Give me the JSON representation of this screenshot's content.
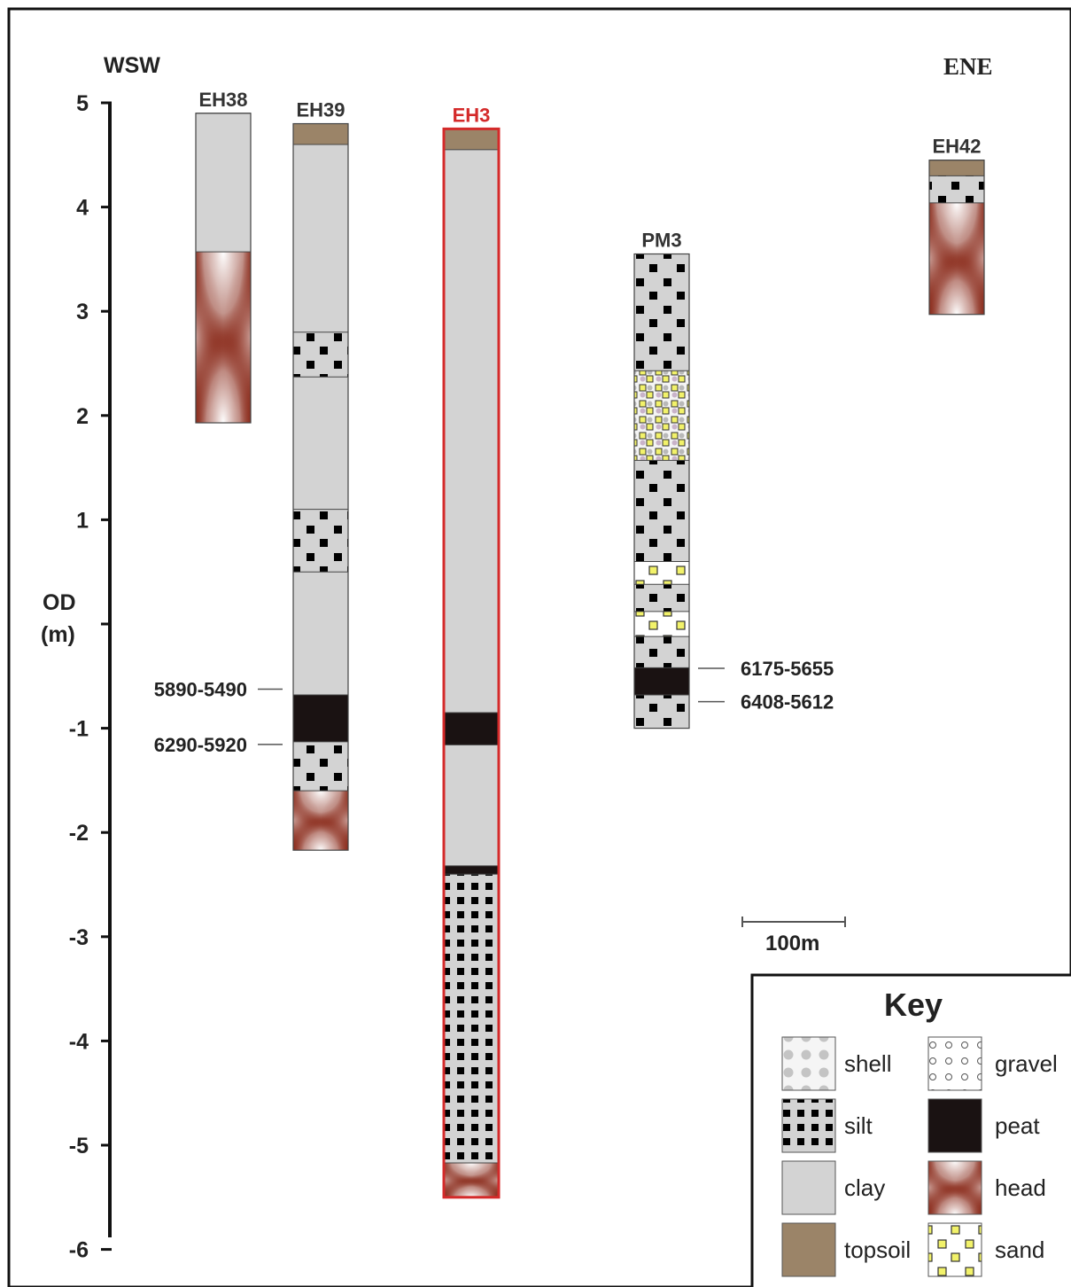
{
  "direction": {
    "west": "WSW",
    "east": "ENE"
  },
  "axis": {
    "label_line1": "OD",
    "label_line2": "(m)",
    "ticks": [
      "5",
      "4",
      "3",
      "2",
      "1",
      "-1",
      "-2",
      "-3",
      "-4",
      "-5",
      "-6"
    ]
  },
  "boreholes": [
    {
      "id": "EH38",
      "color": "#333333",
      "layers": [
        {
          "material": "clay",
          "top": 4.9,
          "bottom": 3.57
        },
        {
          "material": "head",
          "top": 3.57,
          "bottom": 1.93
        }
      ]
    },
    {
      "id": "EH39",
      "color": "#333333",
      "layers": [
        {
          "material": "topsoil",
          "top": 4.8,
          "bottom": 4.6
        },
        {
          "material": "clay",
          "top": 4.6,
          "bottom": 2.8
        },
        {
          "material": "silt",
          "top": 2.8,
          "bottom": 2.37
        },
        {
          "material": "clay",
          "top": 2.37,
          "bottom": 1.1
        },
        {
          "material": "silt",
          "top": 1.1,
          "bottom": 0.5
        },
        {
          "material": "clay",
          "top": 0.5,
          "bottom": -0.68
        },
        {
          "material": "peat",
          "top": -0.68,
          "bottom": -1.13
        },
        {
          "material": "silt",
          "top": -1.13,
          "bottom": -1.6
        },
        {
          "material": "head",
          "top": -1.6,
          "bottom": -2.17
        }
      ]
    },
    {
      "id": "EH3",
      "color": "#d42a2a",
      "layers": [
        {
          "material": "topsoil",
          "top": 4.75,
          "bottom": 4.55
        },
        {
          "material": "clay",
          "top": 4.55,
          "bottom": -0.85
        },
        {
          "material": "peat",
          "top": -0.85,
          "bottom": -1.16
        },
        {
          "material": "clay",
          "top": -1.16,
          "bottom": -2.32
        },
        {
          "material": "peat",
          "top": -2.32,
          "bottom": -2.4
        },
        {
          "material": "silt",
          "top": -2.4,
          "bottom": -5.17
        },
        {
          "material": "head",
          "top": -5.17,
          "bottom": -5.5
        }
      ]
    },
    {
      "id": "PM3",
      "color": "#333333",
      "layers": [
        {
          "material": "silt",
          "top": 3.55,
          "bottom": 2.43
        },
        {
          "material": "mixed",
          "top": 2.43,
          "bottom": 1.57
        },
        {
          "material": "silt",
          "top": 1.57,
          "bottom": 0.6
        },
        {
          "material": "sand",
          "top": 0.6,
          "bottom": 0.38
        },
        {
          "material": "silt",
          "top": 0.38,
          "bottom": 0.12
        },
        {
          "material": "sand",
          "top": 0.12,
          "bottom": -0.12
        },
        {
          "material": "silt",
          "top": -0.12,
          "bottom": -0.42
        },
        {
          "material": "peat",
          "top": -0.42,
          "bottom": -0.68
        },
        {
          "material": "silt",
          "top": -0.68,
          "bottom": -1.0
        }
      ]
    },
    {
      "id": "EH42",
      "color": "#333333",
      "layers": [
        {
          "material": "topsoil",
          "top": 4.45,
          "bottom": 4.3
        },
        {
          "material": "silt",
          "top": 4.3,
          "bottom": 4.04
        },
        {
          "material": "head",
          "top": 4.04,
          "bottom": 2.97
        }
      ]
    }
  ],
  "dates": [
    {
      "label": "5890-5490",
      "borehole": "EH39",
      "depth": -0.6
    },
    {
      "label": "6290-5920",
      "borehole": "EH39",
      "depth": -1.13
    },
    {
      "label": "6175-5655",
      "borehole": "PM3",
      "depth": -0.4
    },
    {
      "label": "6408-5612",
      "borehole": "PM3",
      "depth": -0.72
    }
  ],
  "scale_bar": {
    "label": "100m"
  },
  "key": {
    "title": "Key",
    "items": [
      {
        "material": "shell",
        "label": "shell"
      },
      {
        "material": "gravel",
        "label": "gravel"
      },
      {
        "material": "silt",
        "label": "silt"
      },
      {
        "material": "peat",
        "label": "peat"
      },
      {
        "material": "clay",
        "label": "clay"
      },
      {
        "material": "head",
        "label": "head"
      },
      {
        "material": "topsoil",
        "label": "topsoil"
      },
      {
        "material": "sand",
        "label": "sand"
      }
    ]
  },
  "colors": {
    "clay": "#d3d3d3",
    "topsoil": "#9b8468",
    "peat": "#1a1212",
    "head_dark": "#8a2a1a",
    "head_light": "#ffffff",
    "silt_dot": "#000000",
    "sand_fill": "#f2f26a",
    "highlight": "#d42a2a"
  }
}
